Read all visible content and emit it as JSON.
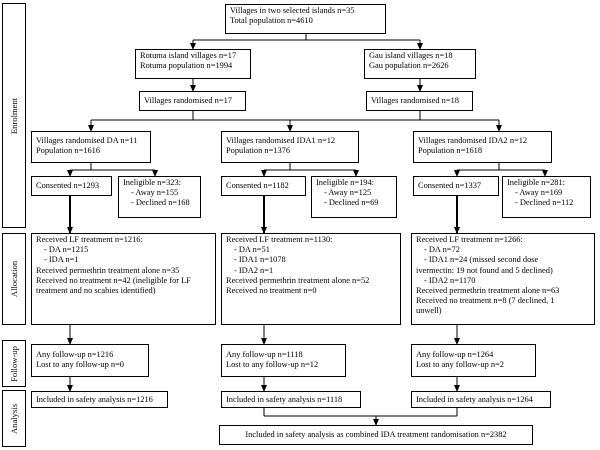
{
  "phases": {
    "enrolment": "Enrolment",
    "allocation": "Allocation",
    "followup": "Follow-up",
    "analysis": "Analysis"
  },
  "top": {
    "line1": "Villages in two selected islands n=35",
    "line2": "Total population n=4610"
  },
  "rotuma": {
    "line1": "Rotuma island villages n=17",
    "line2": "Rotuma population n=1994",
    "randomised": "Villages randomised n=17"
  },
  "gau": {
    "line1": "Gau island villages n=18",
    "line2": "Gau population n=2626",
    "randomised": "Villages randomised n=18"
  },
  "arms": {
    "da": {
      "header1": "Villages randomised DA n=11",
      "header2": "Population n=1616",
      "consented": "Consented n=1293",
      "ineligible": "Ineligible n=323:",
      "away": "-   Away n=155",
      "declined": "-   Declined n=168",
      "alloc": [
        "Received LF treatment n=1216:",
        "-   DA n=1215",
        "-   IDA n=1",
        "Received permethrin treatment alone n=35",
        "Received no treatment n=42 (ineligible for LF",
        "treatment and no scabies identified)"
      ],
      "followup1": "Any follow-up n=1216",
      "followup2": "Lost to any follow-up n=0",
      "analysis": "Included in safety analysis n=1216"
    },
    "ida1": {
      "header1": "Villages randomised IDA1 n=12",
      "header2": "Population n=1376",
      "consented": "Consented n=1182",
      "ineligible": "Ineligible n=194:",
      "away": "-   Away n=125",
      "declined": "-   Declined n=69",
      "alloc": [
        "Received LF treatment n=1130:",
        "-   DA n=51",
        "-   IDA1 n=1078",
        "-   IDA2 n=1",
        "Received permethrin treatment alone n=52",
        "Received no treatment n=0"
      ],
      "followup1": "Any follow-up n=1118",
      "followup2": "Lost to any follow-up n=12",
      "analysis": "Included in safety analysis n=1118"
    },
    "ida2": {
      "header1": "Villages randomised IDA2 n=12",
      "header2": "Population n=1618",
      "consented": "Consented n=1337",
      "ineligible": "Ineligible n=281:",
      "away": "-   Away n=169",
      "declined": "-   Declined n=112",
      "alloc": [
        "Received LF treatment n=1266:",
        "-   DA n=72",
        "-   IDA1 n=24 (missed second dose",
        "ivermectin: 19 not found and 5 declined)",
        "-   IDA2 n=1170",
        "Received permethrin treatment alone n=63",
        "Received no treatment n=8 (7 declined, 1",
        "unwell)"
      ],
      "followup1": "Any follow-up n=1264",
      "followup2": "Lost to any follow-up n=2",
      "analysis": "Included in safety analysis n=1264"
    }
  },
  "combined": "Included in safety analysis as combined IDA treatment randomisation n=2382"
}
